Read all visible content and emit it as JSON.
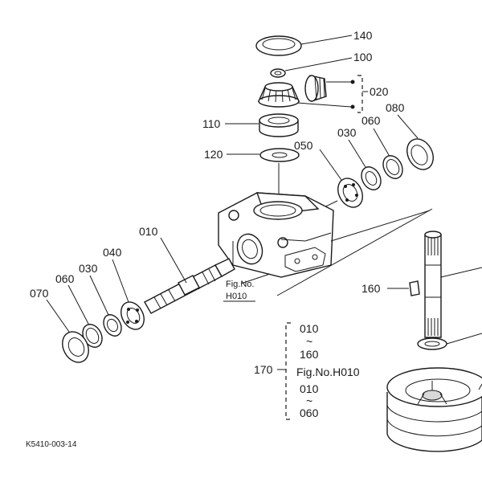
{
  "diagram": {
    "labels": {
      "p140": "140",
      "p100": "100",
      "p020": "020",
      "p080": "080",
      "p110": "110",
      "p030_top": "030",
      "p060_top": "060",
      "p120": "120",
      "p050": "050",
      "p010": "010",
      "p040": "040",
      "p030_left": "030",
      "p060_left": "060",
      "p070": "070",
      "fig_no": "Fig.No.",
      "fig_h010": "H010",
      "p160": "160",
      "p170": "170",
      "range_010_a": "010",
      "tilde_a": "~",
      "range_160": "160",
      "range_fig": "Fig.No.H010",
      "range_010_b": "010",
      "tilde_b": "~",
      "range_060": "060",
      "doc_code": "K5410-003-14"
    }
  }
}
